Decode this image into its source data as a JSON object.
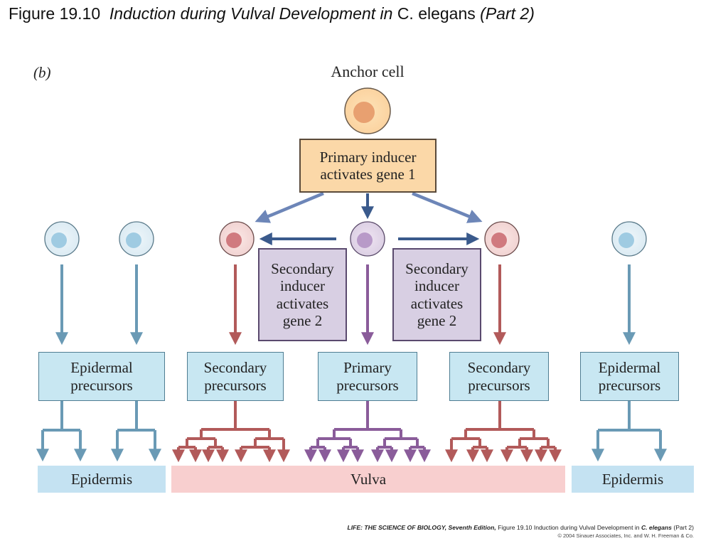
{
  "title": {
    "figure": "Figure 19.10",
    "italic_1": "Induction during Vulval Development in",
    "normal": "C. elegans",
    "italic_2": "(Part 2)"
  },
  "panel_label": "(b)",
  "anchor_cell_label": "Anchor cell",
  "primary_inducer": [
    "Primary inducer",
    "activates gene 1"
  ],
  "secondary_inducer_left": [
    "Secondary",
    "inducer",
    "activates",
    "gene 2"
  ],
  "secondary_inducer_right": [
    "Secondary",
    "inducer",
    "activates",
    "gene 2"
  ],
  "precursors": [
    [
      "Epidermal",
      "precursors"
    ],
    [
      "Secondary",
      "precursors"
    ],
    [
      "Primary",
      "precursors"
    ],
    [
      "Secondary",
      "precursors"
    ],
    [
      "Epidermal",
      "precursors"
    ]
  ],
  "bands": {
    "left": "Epidermis",
    "center": "Vulva",
    "right": "Epidermis"
  },
  "credit": {
    "line1_prefix": "LIFE: THE SCIENCE OF BIOLOGY, Seventh Edition,",
    "line1_suffix": "Figure 19.10 Induction during Vulval Development in",
    "line1_species": "C. elegans",
    "line1_part": "(Part 2)",
    "line2": "© 2004 Sinauer Associates, Inc. and W. H. Freeman & Co."
  },
  "colors": {
    "blue_arrow": "#6a9ab5",
    "red_arrow": "#b25a5a",
    "purple_arrow": "#8a5c9a",
    "dark_arrow": "#3a5a8c",
    "vulva_band": "#f8cfcf",
    "epidermis_band": "#c4e2f2"
  }
}
